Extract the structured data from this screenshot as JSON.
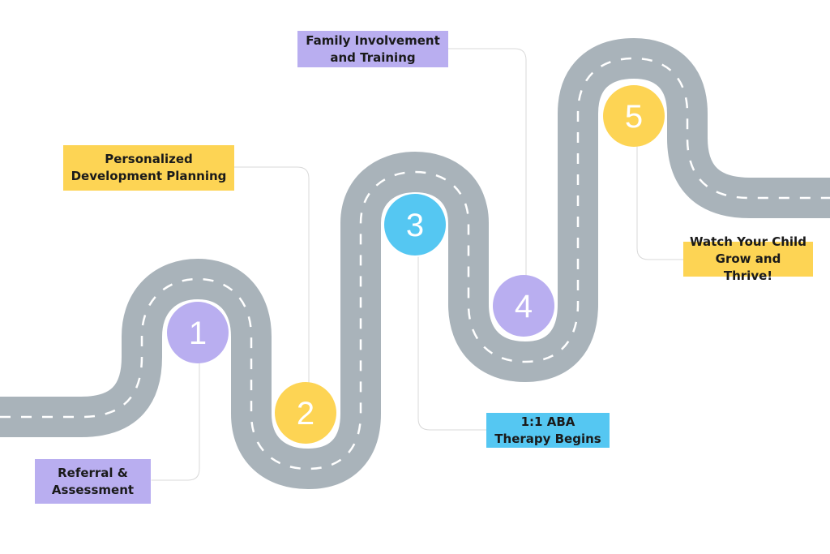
{
  "colors": {
    "road": "#a9b3ba",
    "road_dash": "#ffffff",
    "connector": "#d9d9d9",
    "purple": "#b9aef0",
    "yellow": "#fdd454",
    "blue": "#55c7f2",
    "text": "#1a1a1a",
    "number_text": "#ffffff"
  },
  "steps": [
    {
      "number": "1",
      "label": "Referral &\nAssessment",
      "color": "purple"
    },
    {
      "number": "2",
      "label": "Personalized\nDevelopment Planning",
      "color": "yellow"
    },
    {
      "number": "3",
      "label": "1:1 ABA\nTherapy Begins",
      "color": "blue"
    },
    {
      "number": "4",
      "label": "Family Involvement\nand Training",
      "color": "purple"
    },
    {
      "number": "5",
      "label": "Watch Your Child\nGrow and Thrive!",
      "color": "yellow"
    }
  ]
}
